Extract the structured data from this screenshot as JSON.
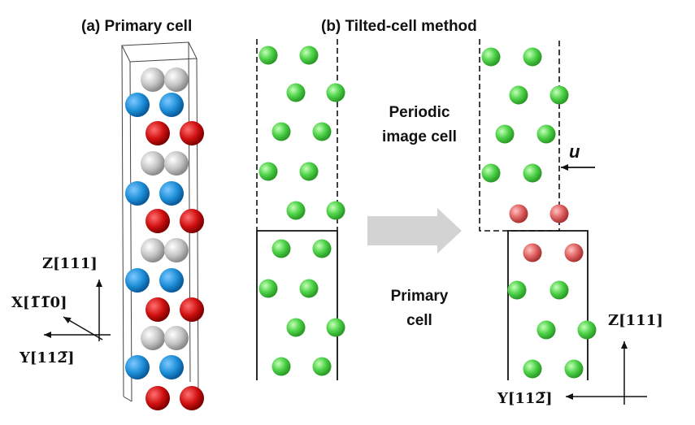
{
  "titles": {
    "a": "(a) Primary cell",
    "b": "(b) Tilted-cell method"
  },
  "labels": {
    "periodic_line1": "Periodic",
    "periodic_line2": "image cell",
    "primary_line1": "Primary",
    "primary_line2": "cell",
    "u": "u"
  },
  "axes_left": {
    "z": "Z[111]",
    "x": "X[1̅1̅0]",
    "y": "Y[112̅]"
  },
  "axes_right": {
    "z": "Z[111]",
    "y": "Y[112̅]"
  },
  "colors": {
    "atom_blue": "#1e90d8",
    "atom_red": "#d41414",
    "atom_grey": "#c0c0c0",
    "atom_green": "#4ed14a",
    "atom_pink": "#e06060",
    "arrow_grey": "#d3d3d3"
  }
}
